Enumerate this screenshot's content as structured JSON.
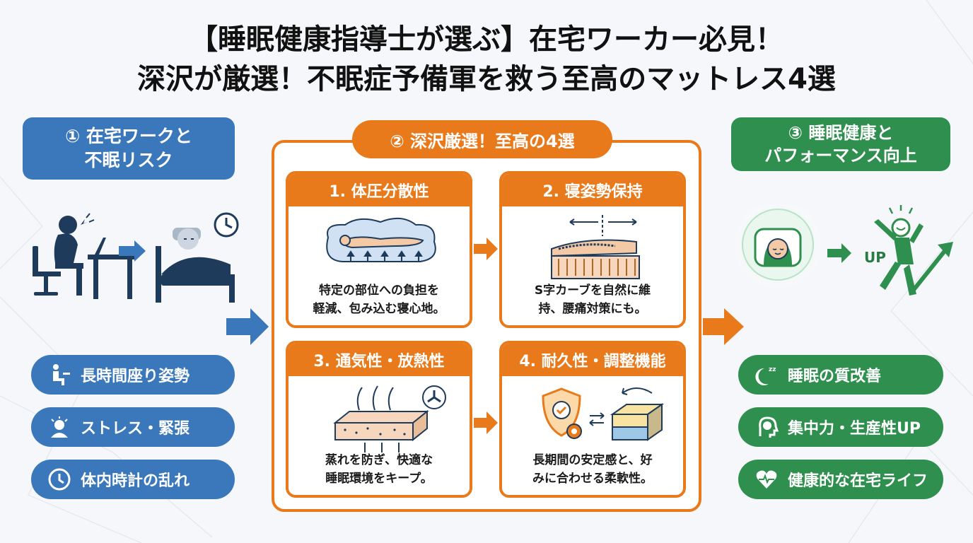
{
  "title": {
    "line1": "【睡眠健康指導士が選ぶ】在宅ワーカー必見！",
    "line2": "深沢が厳選！不眠症予備軍を救う至高のマットレス4選"
  },
  "left": {
    "heading_line1": "① 在宅ワークと",
    "heading_line2": "不眠リスク",
    "items": [
      {
        "label": "長時間座り姿勢",
        "icon": "sitting-person-icon"
      },
      {
        "label": "ストレス・緊張",
        "icon": "stressed-person-icon"
      },
      {
        "label": "体内時計の乱れ",
        "icon": "clock-icon"
      }
    ]
  },
  "center": {
    "heading": "② 深沢厳選！至高の4選",
    "cards": [
      {
        "title": "1. 体圧分散性",
        "desc_line1": "特定の部位への負担を",
        "desc_line2": "軽減、包み込む寝心地。",
        "icon": "body-on-mattress-icon"
      },
      {
        "title": "2. 寝姿勢保持",
        "desc_line1": "S字カーブを自然に維",
        "desc_line2": "持、腰痛対策にも。",
        "icon": "spine-alignment-icon"
      },
      {
        "title": "3. 通気性・放熱性",
        "desc_line1": "蒸れを防ぎ、快適な",
        "desc_line2": "睡眠環境をキープ。",
        "icon": "breathable-mattress-icon"
      },
      {
        "title": "4. 耐久性・調整機能",
        "desc_line1": "長期間の安定感と、好",
        "desc_line2": "みに合わせる柔軟性。",
        "icon": "shield-check-icon"
      }
    ]
  },
  "right": {
    "heading_line1": "③ 睡眠健康と",
    "heading_line2": "パフォーマンス向上",
    "up_label": "UP",
    "items": [
      {
        "label": "睡眠の質改善",
        "icon": "moon-zzz-icon"
      },
      {
        "label": "集中力・生産性UP",
        "icon": "brain-head-icon"
      },
      {
        "label": "健康的な在宅ライフ",
        "icon": "heart-pulse-icon"
      }
    ]
  },
  "colors": {
    "blue": "#3a78bb",
    "orange": "#e87a1c",
    "green": "#2f8f4e",
    "navy": "#1f3b5c"
  }
}
